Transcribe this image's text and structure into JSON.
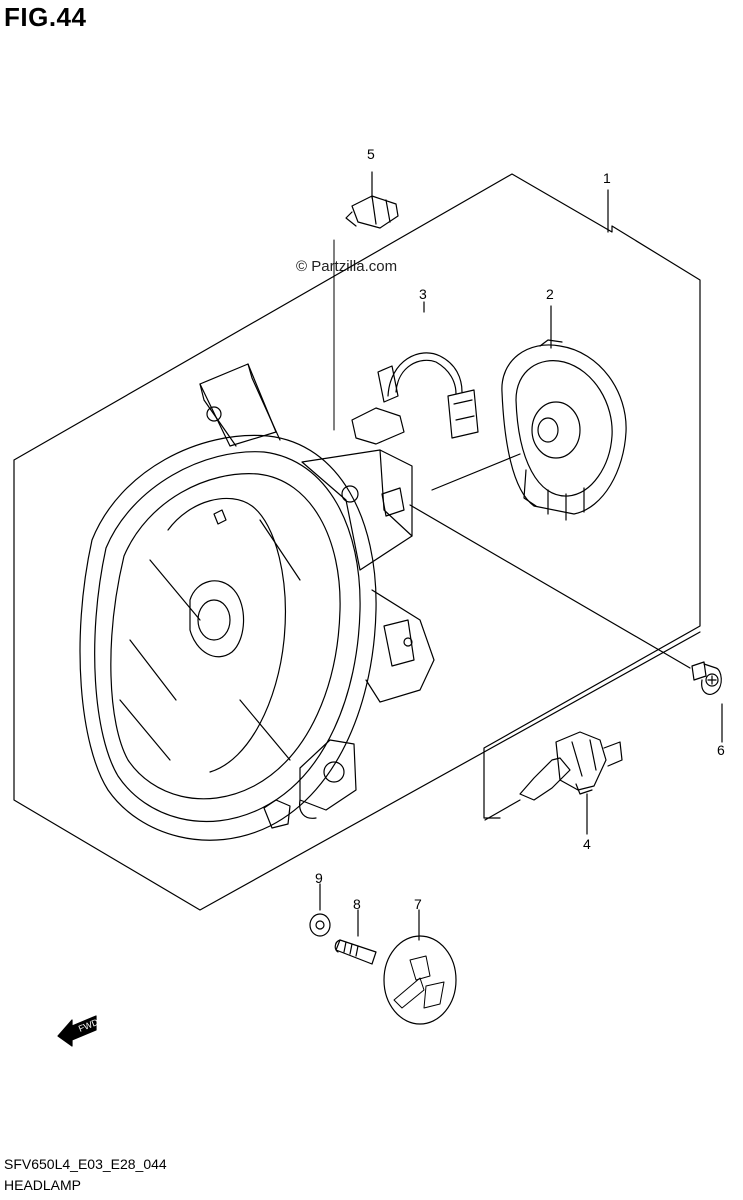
{
  "figure": {
    "title": "FIG.44",
    "watermark": "© Partzilla.com"
  },
  "footer": {
    "code": "SFV650L4_E03_E28_044",
    "caption": "HEADLAMP"
  },
  "callouts": [
    "1",
    "2",
    "3",
    "4",
    "5",
    "6",
    "7",
    "8",
    "9"
  ],
  "fwd_label": "FWD"
}
